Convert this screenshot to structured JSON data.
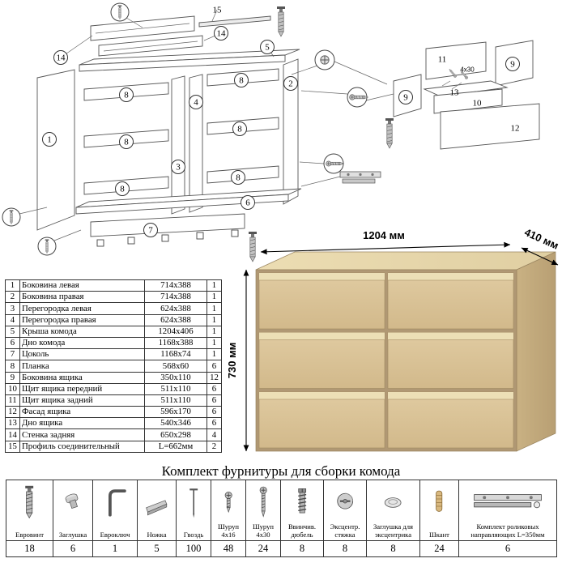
{
  "diagram": {
    "callouts": [
      {
        "n": "14"
      },
      {
        "n": "15"
      },
      {
        "n": "14"
      },
      {
        "n": "1"
      },
      {
        "n": "8"
      },
      {
        "n": "8"
      },
      {
        "n": "8"
      },
      {
        "n": "4"
      },
      {
        "n": "3"
      },
      {
        "n": "8"
      },
      {
        "n": "8"
      },
      {
        "n": "8"
      },
      {
        "n": "2"
      },
      {
        "n": "5"
      },
      {
        "n": "6"
      },
      {
        "n": "7"
      },
      {
        "n": "9"
      },
      {
        "n": "9"
      },
      {
        "n": "11"
      },
      {
        "n": "13"
      },
      {
        "n": "10"
      },
      {
        "n": "12"
      },
      {
        "n": "4x30"
      }
    ]
  },
  "parts_table": {
    "rows": [
      {
        "num": "1",
        "name": "Боковина левая",
        "size": "714x388",
        "qty": "1"
      },
      {
        "num": "2",
        "name": "Боковина правая",
        "size": "714x388",
        "qty": "1"
      },
      {
        "num": "3",
        "name": "Перегородка левая",
        "size": "624x388",
        "qty": "1"
      },
      {
        "num": "4",
        "name": "Перегородка правая",
        "size": "624x388",
        "qty": "1"
      },
      {
        "num": "5",
        "name": "Крыша комода",
        "size": "1204x406",
        "qty": "1"
      },
      {
        "num": "6",
        "name": "Дно комода",
        "size": "1168x388",
        "qty": "1"
      },
      {
        "num": "7",
        "name": "Цоколь",
        "size": "1168x74",
        "qty": "1"
      },
      {
        "num": "8",
        "name": "Планка",
        "size": "568x60",
        "qty": "6"
      },
      {
        "num": "9",
        "name": "Боковина ящика",
        "size": "350x110",
        "qty": "12"
      },
      {
        "num": "10",
        "name": "Щит ящика передний",
        "size": "511x110",
        "qty": "6"
      },
      {
        "num": "11",
        "name": "Щит ящика задний",
        "size": "511x110",
        "qty": "6"
      },
      {
        "num": "12",
        "name": "Фасад ящика",
        "size": "596x170",
        "qty": "6"
      },
      {
        "num": "13",
        "name": "Дно ящика",
        "size": "540x346",
        "qty": "6"
      },
      {
        "num": "14",
        "name": "Стенка задняя",
        "size": "650x298",
        "qty": "4"
      },
      {
        "num": "15",
        "name": "Профиль соединительный",
        "size": "L=662мм",
        "qty": "2"
      }
    ]
  },
  "product": {
    "width_label": "1204 мм",
    "depth_label": "410 мм",
    "height_label": "730 мм"
  },
  "colors": {
    "wood_light": "#e7d7ad",
    "wood_mid": "#d7bf94",
    "wood_dark": "#c2a978"
  },
  "hardware": {
    "title": "Комплект фурнитуры для сборки комода",
    "items": [
      {
        "icon": "euro-screw-icon",
        "label": "Евровинт",
        "qty": "18"
      },
      {
        "icon": "plug-icon",
        "label": "Заглушка",
        "qty": "6"
      },
      {
        "icon": "hex-key-icon",
        "label": "Евроключ",
        "qty": "1"
      },
      {
        "icon": "furniture-leg-icon",
        "label": "Ножка",
        "qty": "5"
      },
      {
        "icon": "nail-icon",
        "label": "Гвоздь",
        "qty": "100"
      },
      {
        "icon": "screw-4x16-icon",
        "label": "Шуруп 4x16",
        "qty": "48"
      },
      {
        "icon": "screw-4x30-icon",
        "label": "Шуруп 4x30",
        "qty": "24"
      },
      {
        "icon": "screw-in-dowel-icon",
        "label": "Ввинчив. дюбель",
        "qty": "8"
      },
      {
        "icon": "cam-lock-icon",
        "label": "Эксцентр. стяжка",
        "qty": "8"
      },
      {
        "icon": "cam-cover-icon",
        "label": "Заглушка для эксцентрика",
        "qty": "8"
      },
      {
        "icon": "wood-dowel-icon",
        "label": "Шкант",
        "qty": "24"
      },
      {
        "icon": "roller-guides-icon",
        "label": "Комплект роликовых направляющих L=350мм",
        "qty": "6"
      }
    ]
  }
}
